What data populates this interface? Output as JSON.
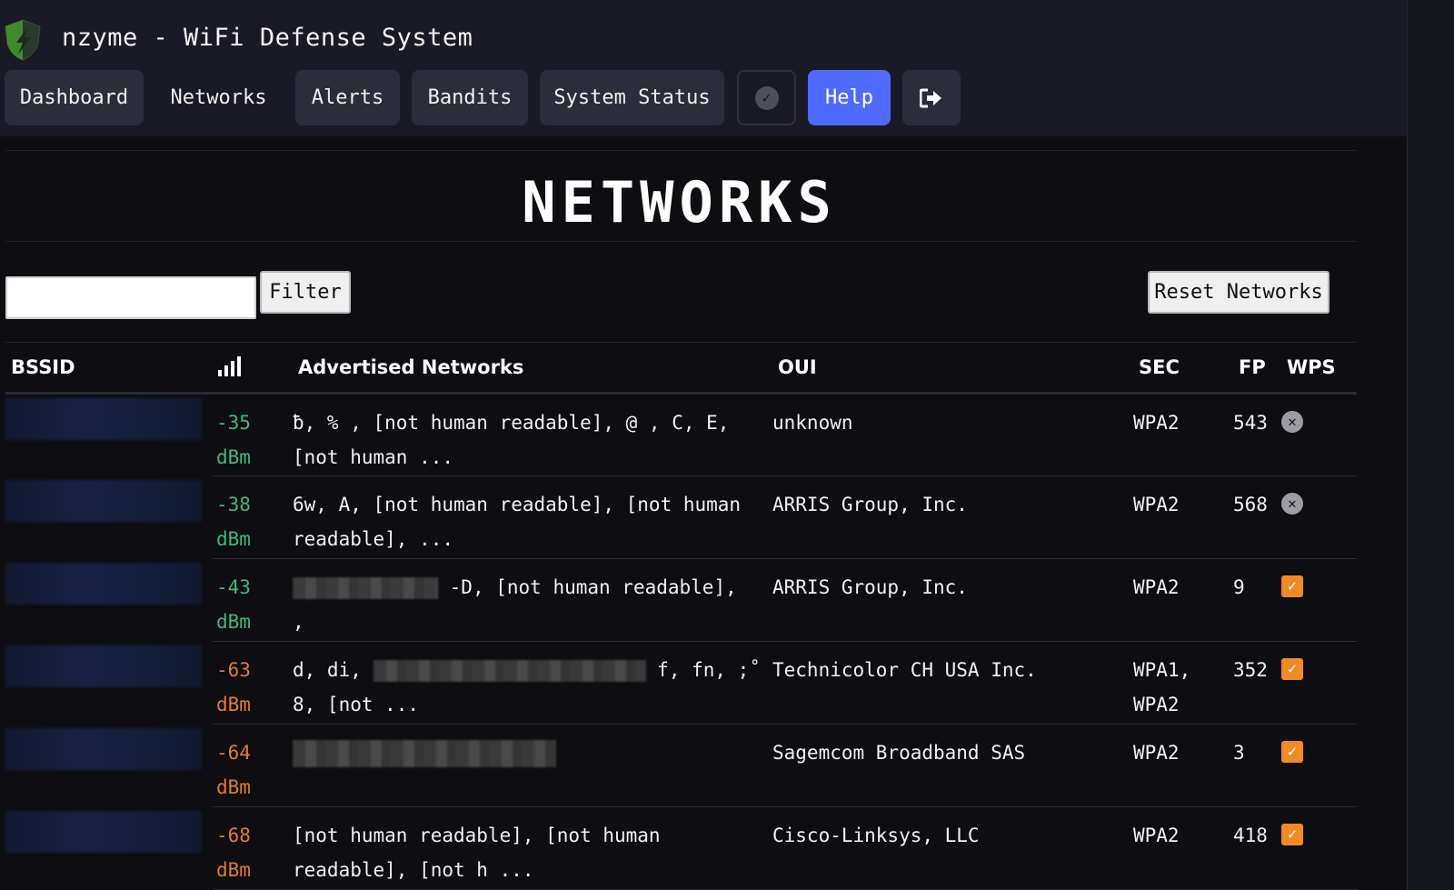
{
  "app": {
    "title": "nzyme - WiFi Defense System"
  },
  "nav": {
    "items": [
      "Dashboard",
      "Networks",
      "Alerts",
      "Bandits",
      "System Status"
    ],
    "status_icon": "check-circle-icon",
    "help_label": "Help",
    "logout_icon": "sign-out-icon"
  },
  "colors": {
    "primary": "#4f6bff",
    "signal_good": "#3fb87a",
    "signal_warn": "#e47b2f",
    "wps_enabled": "#f08a24"
  },
  "page": {
    "title": "NETWORKS"
  },
  "controls": {
    "filter_value": "",
    "filter_button": "Filter",
    "reset_button": "Reset Networks"
  },
  "table": {
    "headers": {
      "bssid": "BSSID",
      "signal_icon": "signal-bars-icon",
      "networks": "Advertised Networks",
      "oui": "OUI",
      "sec": "SEC",
      "fp": "FP",
      "wps": "WPS"
    },
    "rows": [
      {
        "signal": "-35",
        "unit": "dBm",
        "networks": "ƀ, % , [not human readable], @ , C, E, [not human ...",
        "oui": "unknown",
        "sec": "WPA2",
        "fp": "543",
        "wps": false
      },
      {
        "signal": "-38",
        "unit": "dBm",
        "networks": "6w, A, [not human readable], [not human readable], ...",
        "oui": "ARRIS Group, Inc.",
        "sec": "WPA2",
        "fp": "568",
        "wps": false
      },
      {
        "signal": "-43",
        "unit": "dBm",
        "networks": "-D, [not human readable], ,",
        "oui": "ARRIS Group, Inc.",
        "sec": "WPA2",
        "fp": "9",
        "wps": true
      },
      {
        "signal": "-63",
        "unit": "dBm",
        "networks_a": "d, di,",
        "networks_b": "f, fn, ;̊ 8, [not ...",
        "oui": "Technicolor CH USA Inc.",
        "sec": "WPA1, WPA2",
        "fp": "352",
        "wps": true
      },
      {
        "signal": "-64",
        "unit": "dBm",
        "networks": "",
        "oui": "Sagemcom Broadband SAS",
        "sec": "WPA2",
        "fp": "3",
        "wps": true
      },
      {
        "signal": "-68",
        "unit": "dBm",
        "networks": "[not human readable], [not human readable], [not h ...",
        "oui": "Cisco-Linksys, LLC",
        "sec": "WPA2",
        "fp": "418",
        "wps": true
      }
    ]
  }
}
